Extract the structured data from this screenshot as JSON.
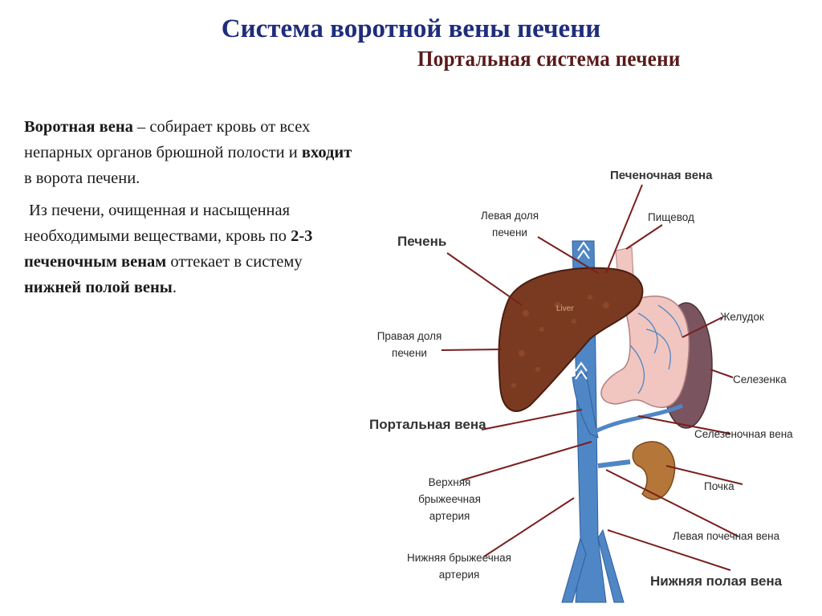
{
  "title": "Система воротной вены печени",
  "text": {
    "p1": [
      {
        "t": "Воротная вена",
        "b": true
      },
      {
        "t": " – собирает кровь от всех непарных органов брюшной полости и ",
        "b": false
      },
      {
        "t": "входит",
        "b": true
      },
      {
        "t": " в ворота печени.",
        "b": false
      }
    ],
    "p2": [
      {
        "t": "Из печени, очищенная и насыщенная необходимыми веществами, кровь по ",
        "b": false
      },
      {
        "t": "2-3 печеночным венам",
        "b": true
      },
      {
        "t": " оттекает в систему ",
        "b": false
      },
      {
        "t": "нижней полой вены",
        "b": true
      },
      {
        "t": ".",
        "b": false
      }
    ]
  },
  "figure": {
    "title": "Портальная система печени",
    "organ_text": "Liver",
    "labels": {
      "hepatic_vein": "Печеночная вена",
      "left_lobe": "Левая доля печени",
      "esophagus": "Пищевод",
      "liver": "Печень",
      "stomach": "Желудок",
      "right_lobe": "Правая доля печени",
      "spleen": "Селезенка",
      "portal_vein": "Портальная вена",
      "splenic_vein": "Селезеночная вена",
      "sup_mesenteric": "Верхняя брыжеечная артерия",
      "kidney": "Почка",
      "left_renal_vein": "Левая почечная вена",
      "inf_mesenteric": "Нижняя брыжеечная артерия",
      "ivc": "Нижняя полая вена"
    }
  },
  "colors": {
    "title": "#1f2d7a",
    "liver": "#7a3a22",
    "vein": "#4f86c6",
    "stomach": "#f1c6c0",
    "spleen": "#7a5560",
    "kidney": "#b5763a",
    "pointer": "#7a1f1f"
  }
}
